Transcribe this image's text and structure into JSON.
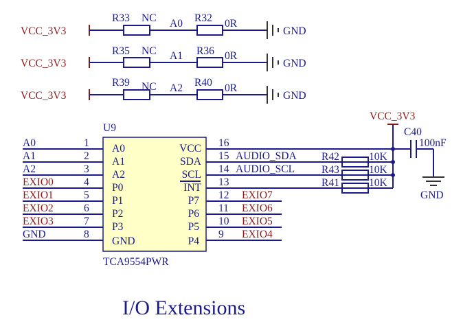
{
  "title": "I/O Extensions",
  "power_rows": [
    {
      "vcc": "VCC_3V3",
      "r1": "R33",
      "r1v": "NC",
      "net": "A0",
      "r2": "R32",
      "r2v": "0R",
      "gnd": "GND"
    },
    {
      "vcc": "VCC_3V3",
      "r1": "R35",
      "r1v": "NC",
      "net": "A1",
      "r2": "R36",
      "r2v": "0R",
      "gnd": "GND"
    },
    {
      "vcc": "VCC_3V3",
      "r1": "R39",
      "r1v": "NC",
      "net": "A2",
      "r2": "R40",
      "r2v": "0R",
      "gnd": "GND"
    }
  ],
  "chip": {
    "ref": "U9",
    "part": "TCA9554PWR",
    "left_pins": [
      {
        "num": "1",
        "name": "A0",
        "net": "A0"
      },
      {
        "num": "2",
        "name": "A1",
        "net": "A1"
      },
      {
        "num": "3",
        "name": "A2",
        "net": "A2"
      },
      {
        "num": "4",
        "name": "P0",
        "net": "EXIO0"
      },
      {
        "num": "5",
        "name": "P1",
        "net": "EXIO1"
      },
      {
        "num": "6",
        "name": "P2",
        "net": "EXIO2"
      },
      {
        "num": "7",
        "name": "P3",
        "net": "EXIO3"
      },
      {
        "num": "8",
        "name": "GND",
        "net": "GND"
      }
    ],
    "right_pins": [
      {
        "num": "16",
        "name": "VCC",
        "net": ""
      },
      {
        "num": "15",
        "name": "SDA",
        "net": "AUDIO_SDA"
      },
      {
        "num": "14",
        "name": "SCL",
        "net": "AUDIO_SCL"
      },
      {
        "num": "13",
        "name": "INT",
        "net": ""
      },
      {
        "num": "12",
        "name": "P7",
        "net": "EXIO7"
      },
      {
        "num": "11",
        "name": "P6",
        "net": "EXIO6"
      },
      {
        "num": "10",
        "name": "P5",
        "net": "EXIO5"
      },
      {
        "num": "9",
        "name": "P4",
        "net": "EXIO4"
      }
    ]
  },
  "pullups": [
    {
      "ref": "R42",
      "value": "10K"
    },
    {
      "ref": "R43",
      "value": "10K"
    },
    {
      "ref": "R41",
      "value": "10K"
    }
  ],
  "cap": {
    "ref": "C40",
    "value": "100nF",
    "vcc": "VCC_3V3",
    "gnd": "GND"
  },
  "colors": {
    "wire": "#1a1a8c",
    "net_label": "#8b1a1a",
    "chip_fill": "#ffffc8"
  }
}
